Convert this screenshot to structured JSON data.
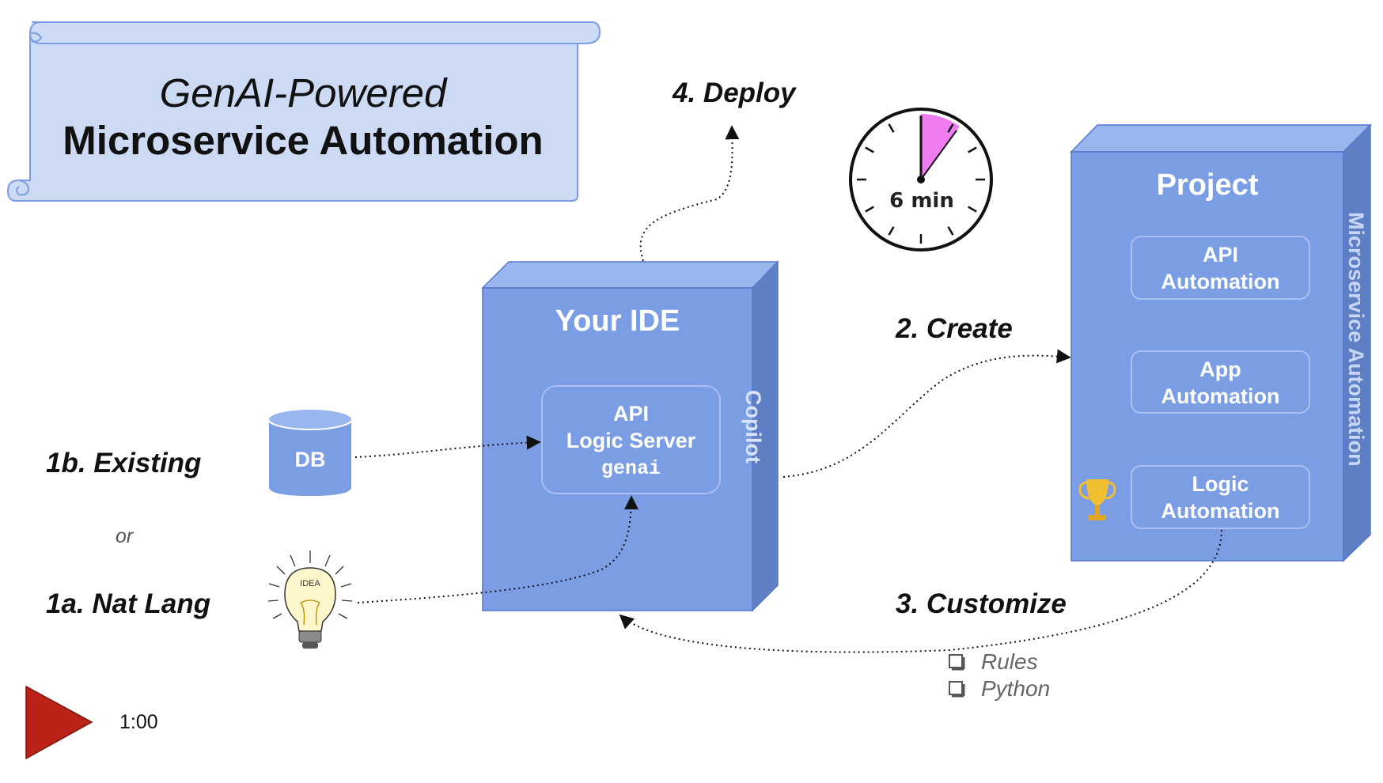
{
  "title": {
    "line1": "GenAI-Powered",
    "line2": "Microservice Automation"
  },
  "steps": {
    "deploy": "4. Deploy",
    "create": "2. Create",
    "customize": "3. Customize",
    "existing": "1b. Existing",
    "or": "or",
    "natlang": "1a. Nat Lang"
  },
  "ide": {
    "title": "Your IDE",
    "side_label": "Copilot",
    "card": {
      "line1": "API",
      "line2": "Logic Server",
      "line3": "genai"
    }
  },
  "db": {
    "label": "DB"
  },
  "bulb": {
    "label": "IDEA"
  },
  "project": {
    "title": "Project",
    "side_label": "Microservice Automation",
    "cards": [
      {
        "line1": "API",
        "line2": "Automation"
      },
      {
        "line1": "App",
        "line2": "Automation"
      },
      {
        "line1": "Logic",
        "line2": "Automation"
      }
    ]
  },
  "timer": {
    "label": "6 min",
    "elapsed_fraction": 0.1
  },
  "customize_items": [
    "Rules",
    "Python"
  ],
  "player": {
    "time": "1:00"
  },
  "colors": {
    "box_front": "#7b9de3",
    "box_top": "#9ab6ee",
    "box_side": "#5e7fc4",
    "scroll_fill": "#ccdaf4",
    "timer_wedge": "#ee7cf0",
    "play": "#bb2218",
    "trophy": "#f0c030"
  }
}
